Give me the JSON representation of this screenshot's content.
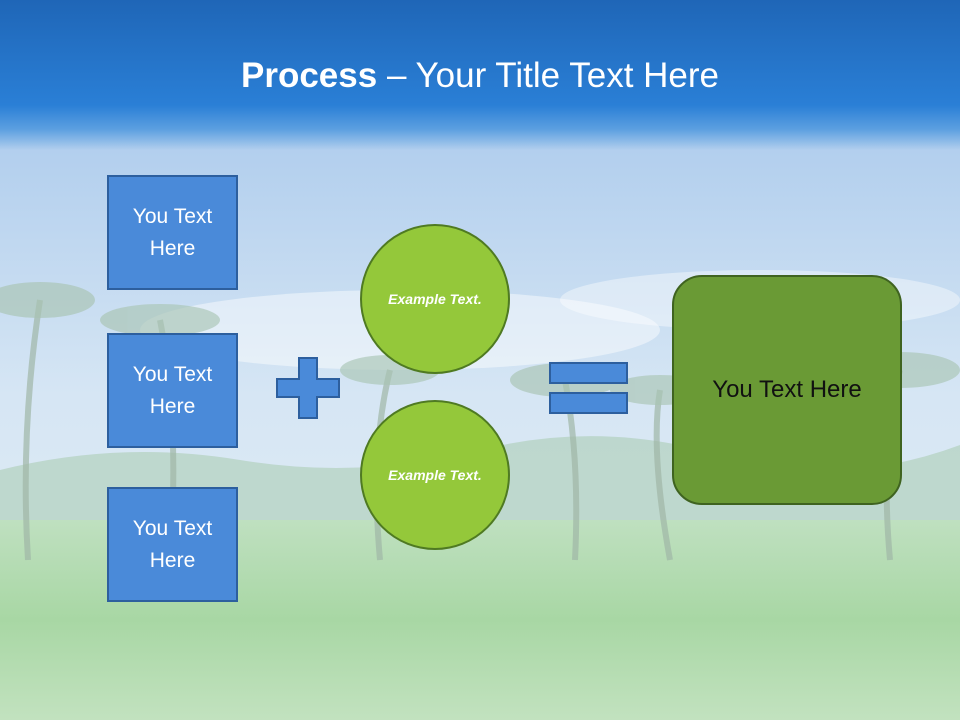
{
  "slide": {
    "title_bold": "Process",
    "title_rest": " – Your Title Text Here"
  },
  "inputs": [
    {
      "label": "You Text Here"
    },
    {
      "label": "You Text Here"
    },
    {
      "label": "You Text Here"
    }
  ],
  "circles": [
    {
      "label": "Example Text."
    },
    {
      "label": "Example Text."
    }
  ],
  "operators": {
    "plus_icon": "plus-icon",
    "equals_icon": "equals-icon"
  },
  "result": {
    "label": "You Text Here"
  },
  "colors": {
    "title_bar": "#2a7fd6",
    "box_fill": "#4a8ad9",
    "circle_fill": "#94c83a",
    "result_fill": "#6a9a35"
  }
}
